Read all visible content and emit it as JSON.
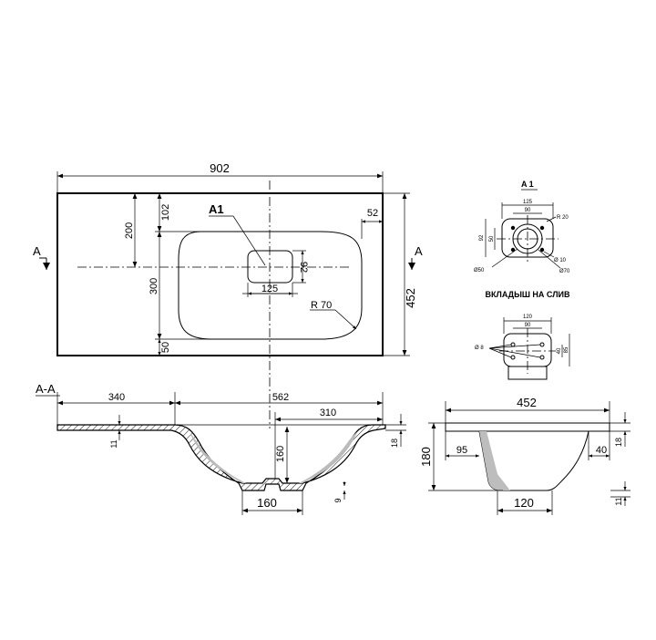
{
  "top_view": {
    "overall_width": "902",
    "overall_depth": "452",
    "dim_102": "102",
    "dim_200": "200",
    "dim_300": "300",
    "dim_50": "50",
    "dim_52": "52",
    "dim_92": "92",
    "dim_125": "125",
    "radius": "R 70",
    "callout": "A1",
    "section_mark_left": "A",
    "section_mark_right": "A"
  },
  "section_aa": {
    "title": "A-A",
    "dim_340": "340",
    "dim_562": "562",
    "dim_310": "310",
    "dim_11": "11",
    "dim_18": "18",
    "dim_160_depth": "160",
    "dim_160_width": "160",
    "dim_9": "9"
  },
  "detail_a1": {
    "title": "A 1",
    "dim_125": "125",
    "dim_90": "90",
    "dim_r20": "R 20",
    "dim_92": "92",
    "dim_50": "50",
    "dim_d10": "Ø 10",
    "dim_d50": "Ø50",
    "dim_d70": "Ø70"
  },
  "insert": {
    "title": "ВКЛАДЫШ НА СЛИВ",
    "dim_120": "120",
    "dim_90": "90",
    "dim_d8": "Ø 8",
    "dim_40": "40",
    "dim_85": "85"
  },
  "side_view": {
    "dim_452": "452",
    "dim_180": "180",
    "dim_95": "95",
    "dim_40": "40",
    "dim_18": "18",
    "dim_11": "11",
    "dim_120": "120"
  }
}
